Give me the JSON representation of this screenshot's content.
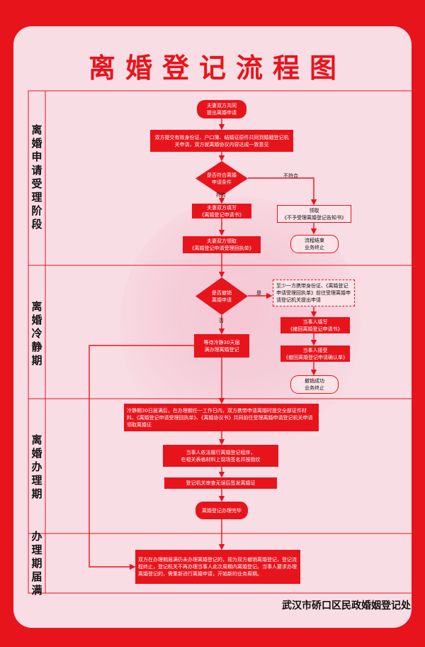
{
  "title": "离婚登记流程图",
  "stages": [
    "离婚申请受理阶段",
    "离婚冷静期",
    "离婚办理期",
    "办理期届满"
  ],
  "nodes": {
    "start": "夫妻双方共同\n提出离婚申请",
    "submit": "双方提交有效身份证、户口簿、结婚证原件共同到婚姻登记机关申请，双方就离婚协议内容达成一致意见",
    "check": "是否符合离婚\n申请条件",
    "fill": "夫妻双方填写\n《离婚登记申请书》",
    "receipt": "夫妻双方领取\n《离婚登记申请受理回执单》",
    "reject": "领取\n《不予受理离婚登记告知书》",
    "end1": "流程结束\n业务终止",
    "withdraw_q": "是否撤销\n离婚申请",
    "withdraw_apply": "至少一方携带身份证、《离婚登记申请受理回执单》前往受理离婚申请登记机关提出申请",
    "withdraw_fill": "当事人填写\n《撤回离婚登记申请书》",
    "withdraw_confirm": "当事人接受\n《撤回离婚登记申请确认单》",
    "withdraw_done": "撤销成功\n业务终止",
    "wait": "等待冷静30天届\n满办理离婚登记",
    "after30": "冷静期30日届满后，在办理期任一工作日内，双方携带申请离婚时提交全部证件材料、《离婚登记申请受理回执单》、《离婚协议书》共同前往受理离婚申请登记机关申请领取离婚证",
    "process": "当事人依法履行离婚登记程序，\n在相关表格材料上现场签名并按指纹",
    "issue": "登记机关审查无误后签发离婚证",
    "finish": "离婚登记办理完毕",
    "expire": "双方在办理期届满仍未办理离婚登记的，视为双方撤销离婚登记，登记流程终止，登记机关不再办理当事人此次周期内离婚登记。当事人要求办理离婚登记的，需重新进行离婚申请，开始新的业务周期。"
  },
  "labels": {
    "comply": "符合",
    "not_comply": "不符合",
    "yes": "是",
    "no": "否"
  },
  "footer": "武汉市硚口区民政婚姻登记处",
  "colors": {
    "red": "#e8141c",
    "panel": "#f9dde4"
  }
}
